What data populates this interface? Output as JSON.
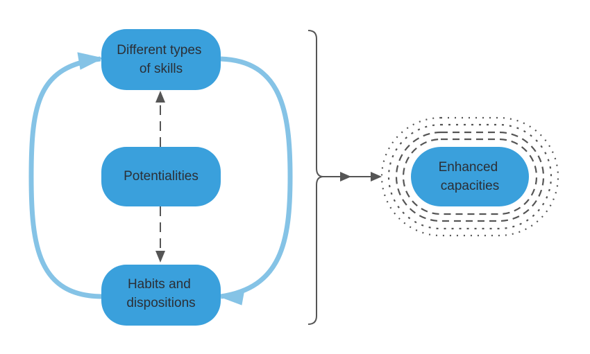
{
  "colors": {
    "node_fill": "#3aa0dc",
    "node_text": "#2b2f36",
    "cycle_arrow": "#85c3e6",
    "connector": "#555555",
    "bracket": "#555555",
    "halo_dots": "#555555"
  },
  "nodes": {
    "skills": {
      "line1": "Different types",
      "line2": "of skills"
    },
    "potentialities": {
      "line1": "Potentialities"
    },
    "habits": {
      "line1": "Habits and",
      "line2": "dispositions"
    },
    "enhanced": {
      "line1": "Enhanced",
      "line2": "capacities"
    }
  }
}
